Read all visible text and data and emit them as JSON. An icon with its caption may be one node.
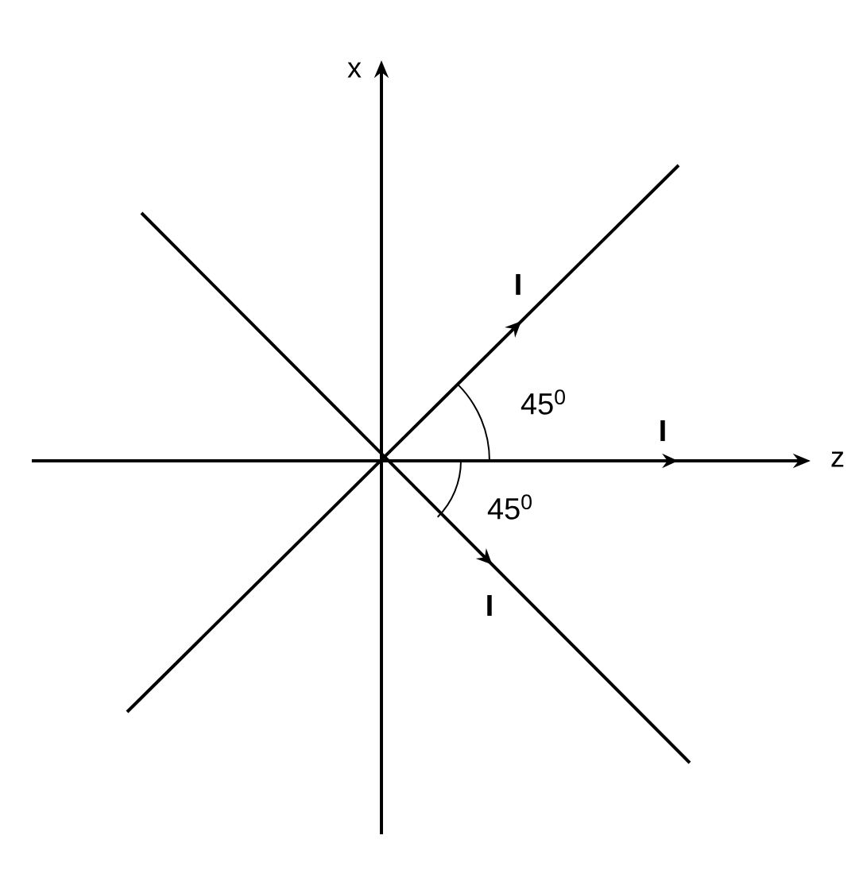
{
  "diagram": {
    "labels": [
      "x",
      "z",
      "I",
      "I",
      "I",
      "45$^{0}$",
      "45$^{0}$"
    ]
  }
}
